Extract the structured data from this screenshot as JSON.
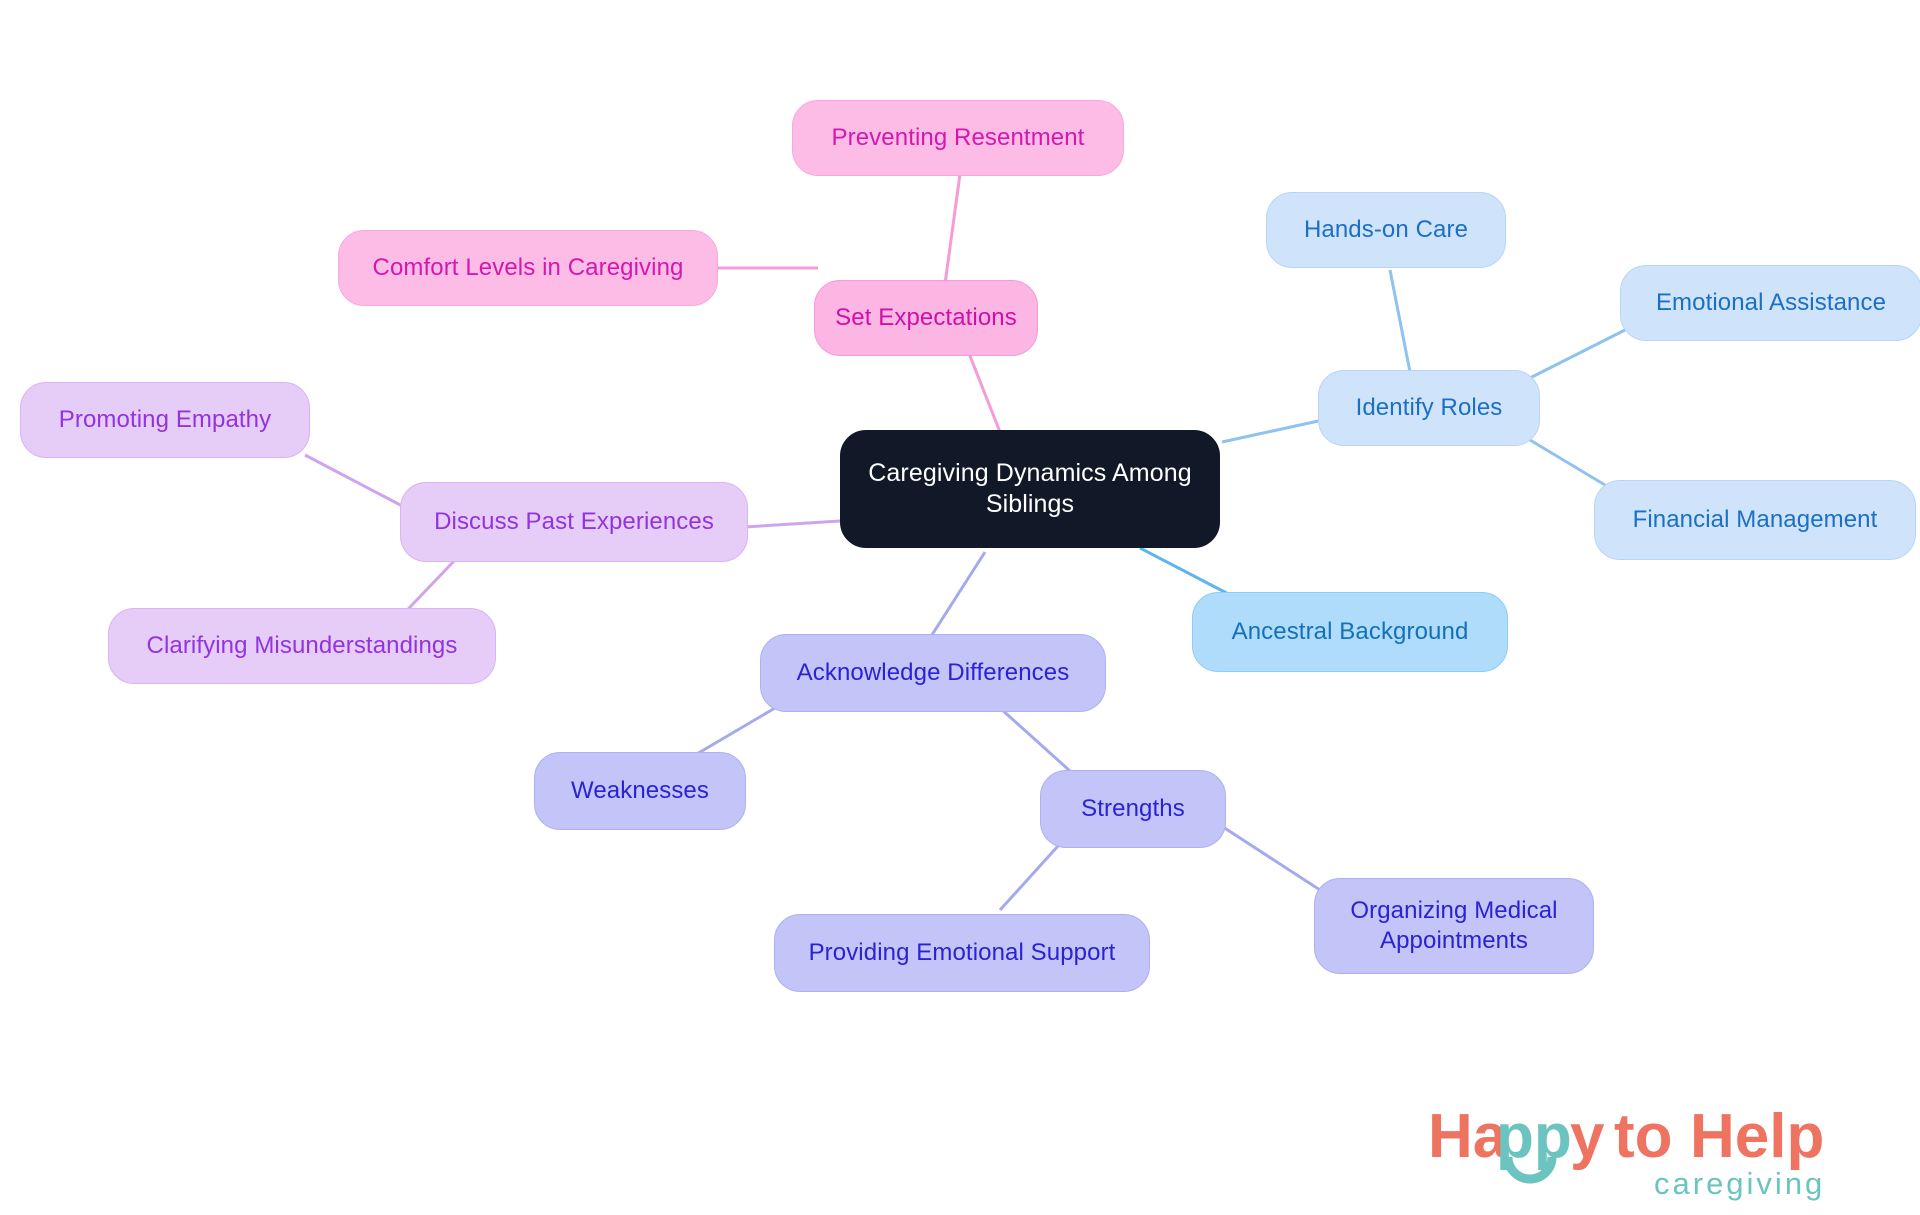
{
  "diagram": {
    "type": "mindmap",
    "root": {
      "id": "root",
      "label": "Caregiving Dynamics Among\nSiblings",
      "color": "#111827",
      "text_color": "#ffffff"
    },
    "branches": [
      {
        "id": "set-expectations",
        "label": "Set Expectations",
        "color": "#fbb6e4",
        "text_color": "#d10fa8",
        "children": [
          {
            "id": "preventing-resentment",
            "label": "Preventing Resentment",
            "color": "#fcbce6",
            "text_color": "#d617ad"
          },
          {
            "id": "comfort-levels-in-caregiving",
            "label": "Comfort Levels in Caregiving",
            "color": "#fcbce6",
            "text_color": "#d617ad"
          }
        ]
      },
      {
        "id": "discuss-past-experiences",
        "label": "Discuss Past Experiences",
        "color": "#e6cdf7",
        "text_color": "#9233e0",
        "children": [
          {
            "id": "promoting-empathy",
            "label": "Promoting Empathy",
            "color": "#e6cdf7",
            "text_color": "#9233e0"
          },
          {
            "id": "clarifying-misunderstandings",
            "label": "Clarifying Misunderstandings",
            "color": "#e6cdf7",
            "text_color": "#9233e0"
          }
        ]
      },
      {
        "id": "identify-roles",
        "label": "Identify Roles",
        "color": "#cfe3fb",
        "text_color": "#1b6fc4",
        "children": [
          {
            "id": "hands-on-care",
            "label": "Hands-on Care",
            "color": "#cfe3fb",
            "text_color": "#1b6fc4"
          },
          {
            "id": "emotional-assistance",
            "label": "Emotional Assistance",
            "color": "#cfe3fb",
            "text_color": "#1b6fc4"
          },
          {
            "id": "financial-management",
            "label": "Financial Management",
            "color": "#cfe3fb",
            "text_color": "#1b6fc4"
          }
        ]
      },
      {
        "id": "ancestral-background",
        "label": "Ancestral Background",
        "color": "#aedcfa",
        "text_color": "#1570b8",
        "children": []
      },
      {
        "id": "acknowledge-differences",
        "label": "Acknowledge Differences",
        "color": "#c3c4f7",
        "text_color": "#2b21d6",
        "children": [
          {
            "id": "weaknesses",
            "label": "Weaknesses",
            "color": "#c3c4f7",
            "text_color": "#2b21d6"
          },
          {
            "id": "strengths",
            "label": "Strengths",
            "color": "#c3c4f7",
            "text_color": "#2b21d6",
            "children": [
              {
                "id": "providing-emotional-support",
                "label": "Providing Emotional Support",
                "color": "#c3c4f7",
                "text_color": "#2b21d6"
              },
              {
                "id": "organizing-medical-appointments",
                "label": "Organizing Medical\nAppointments",
                "color": "#c3c4f7",
                "text_color": "#2b21d6"
              }
            ]
          }
        ]
      }
    ]
  },
  "nodes": {
    "root": "Caregiving Dynamics Among\nSiblings",
    "preventing_resentment": "Preventing Resentment",
    "comfort_levels": "Comfort Levels in Caregiving",
    "set_expectations": "Set Expectations",
    "promoting_empathy": "Promoting Empathy",
    "discuss_past_experiences": "Discuss Past Experiences",
    "clarifying_misunderstandings": "Clarifying Misunderstandings",
    "hands_on_care": "Hands-on Care",
    "emotional_assistance": "Emotional Assistance",
    "identify_roles": "Identify Roles",
    "financial_management": "Financial Management",
    "ancestral_background": "Ancestral Background",
    "acknowledge_differences": "Acknowledge Differences",
    "weaknesses": "Weaknesses",
    "strengths": "Strengths",
    "providing_emotional_support": "Providing Emotional Support",
    "organizing_medical_appointments": "Organizing Medical\nAppointments"
  },
  "logo": {
    "word_happy": "Happy",
    "word_to": "to",
    "word_help": "Help",
    "tagline": "caregiving",
    "coral": "#ef7361",
    "teal": "#6bc4bf"
  },
  "edge_colors": {
    "pink": "#f69ad8",
    "violet": "#cfa4ec",
    "blue": "#8fc2ee",
    "cyan": "#5cb6ea",
    "periwinkle": "#a7a9ee"
  }
}
